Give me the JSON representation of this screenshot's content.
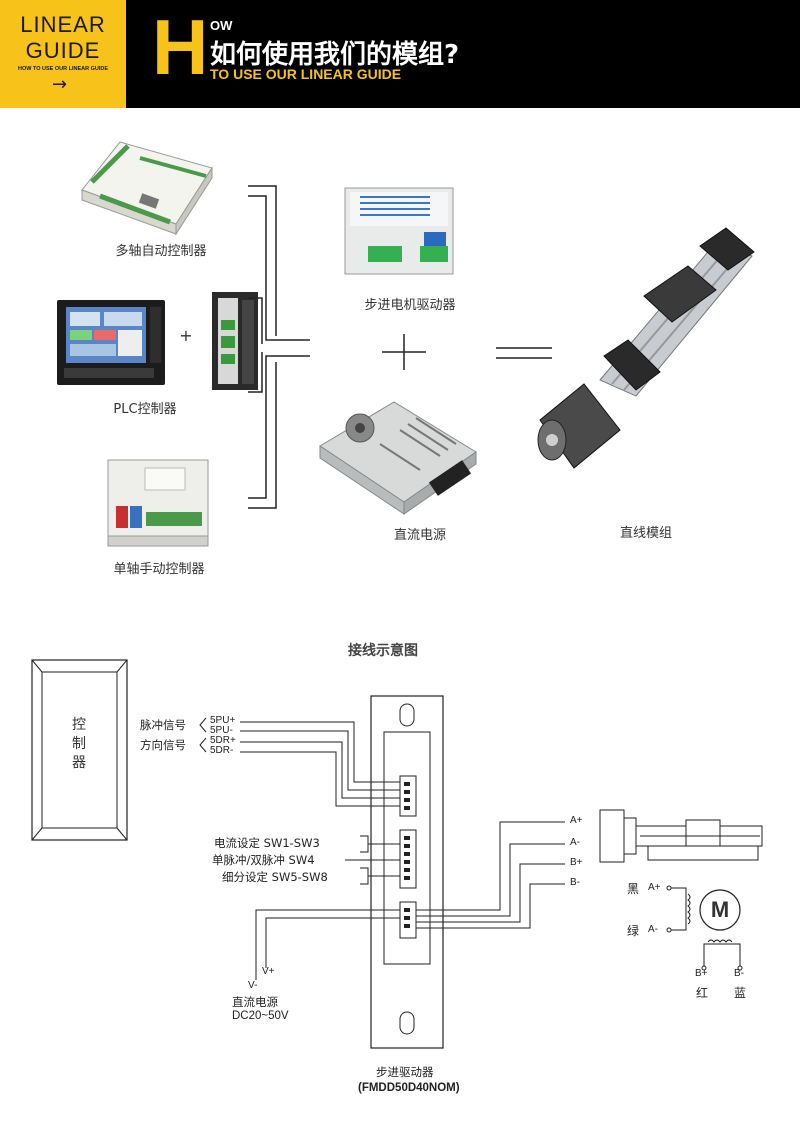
{
  "header": {
    "brand_line1": "LINEAR",
    "brand_line2": "GUIDE",
    "brand_sub": "HOW TO USE OUR LINEAR GUIDE",
    "brand_arrow": "→",
    "big_letter": "H",
    "how_small": "OW",
    "title_cn": "如何使用我们的模组?",
    "title_en": "TO USE OUR LINEAR GUIDE"
  },
  "products": {
    "multi_axis": "多轴自动控制器",
    "plc": "PLC控制器",
    "single_axis": "单轴手动控制器",
    "stepper_driver": "步进电机驱动器",
    "power_supply": "直流电源",
    "linear_module": "直线模组",
    "plus_sign": "+",
    "plus_big": "+",
    "equals": "="
  },
  "wiring": {
    "title": "接线示意图",
    "controller": "控\n制\n器",
    "pulse_signal": "脉冲信号",
    "direction_signal": "方向信号",
    "pins": [
      "5PU+",
      "5PU-",
      "5DR+",
      "5DR-"
    ],
    "sw_current": "电流设定  SW1-SW3",
    "sw_pulse": "单脉冲/双脉冲  SW4",
    "sw_subdiv": "细分设定    SW5-SW8",
    "phases": [
      "A+",
      "A-",
      "B+",
      "B-"
    ],
    "v_minus": "V-",
    "v_plus": "V+",
    "dc_label": "直流电源",
    "dc_range": "DC20~50V",
    "driver_label": "步进驱动器",
    "driver_model": "(FMDD50D40NOM)",
    "motor_letter": "M",
    "black": "黑",
    "green": "绿",
    "red": "红",
    "blue": "蓝",
    "motor_a_plus": "A+",
    "motor_a_minus": "A-",
    "motor_b_plus": "B+",
    "motor_b_minus": "B-"
  }
}
